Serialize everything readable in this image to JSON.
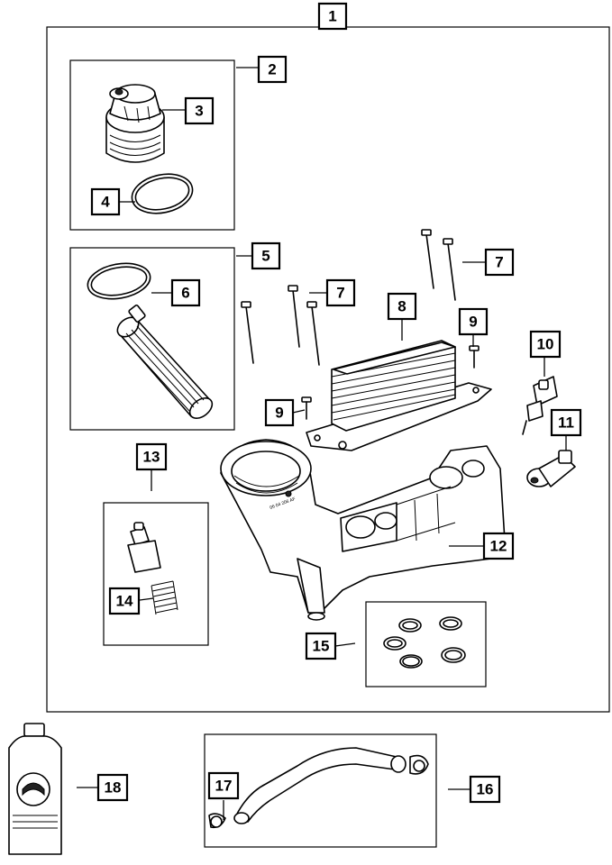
{
  "callouts": [
    {
      "id": "1",
      "label": "1"
    },
    {
      "id": "2",
      "label": "2"
    },
    {
      "id": "3",
      "label": "3"
    },
    {
      "id": "4",
      "label": "4"
    },
    {
      "id": "5",
      "label": "5"
    },
    {
      "id": "6",
      "label": "6"
    },
    {
      "id": "7a",
      "label": "7"
    },
    {
      "id": "7b",
      "label": "7"
    },
    {
      "id": "8",
      "label": "8"
    },
    {
      "id": "9a",
      "label": "9"
    },
    {
      "id": "9b",
      "label": "9"
    },
    {
      "id": "10",
      "label": "10"
    },
    {
      "id": "11",
      "label": "11"
    },
    {
      "id": "12",
      "label": "12"
    },
    {
      "id": "13",
      "label": "13"
    },
    {
      "id": "14",
      "label": "14"
    },
    {
      "id": "15",
      "label": "15"
    },
    {
      "id": "16",
      "label": "16"
    },
    {
      "id": "17",
      "label": "17"
    },
    {
      "id": "18",
      "label": "18"
    }
  ]
}
